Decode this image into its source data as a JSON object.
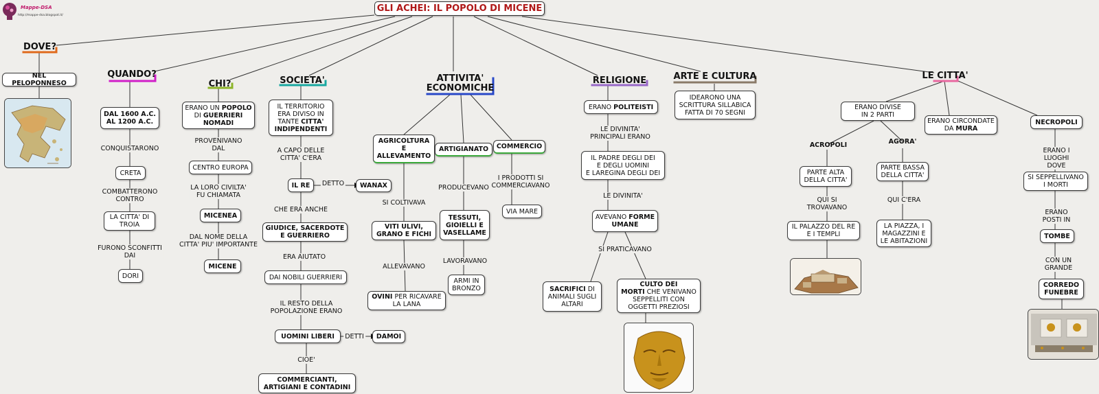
{
  "brand": {
    "name": "Mappe-DSA",
    "url": "http://mappe-dsa.blogspot.it/"
  },
  "title": "GLI ACHEI: IL POPOLO DI MICENE",
  "colors": {
    "dove": "#e06a1c",
    "quando": "#d01ec8",
    "chi": "#8cb428",
    "societa": "#18a8a0",
    "attivita": "#2848c8",
    "religione": "#9868c8",
    "arte": "#8a7a68",
    "citta": "#e868a0",
    "title_text": "#b01818"
  },
  "heads": {
    "dove": "DOVE?",
    "quando": "QUANDO?",
    "chi": "CHI?",
    "societa": "SOCIETA'",
    "attivita": "ATTIVITA'\nECONOMICHE",
    "religione": "RELIGIONE",
    "arte": "ARTE E CULTURA",
    "citta": "LE CITTA'"
  },
  "dove": {
    "box1": "NEL PELOPONNESO",
    "map_icon": "greece-map-icon"
  },
  "quando": {
    "box1": "DAL 1600 A.C.\nAL 1200 A.C.",
    "l1": "CONQUISTARONO",
    "box2": "CRETA",
    "l2": "COMBATTERONO\nCONTRO",
    "box3": "LA CITTA' DI\nTROIA",
    "l3": "FURONO SCONFITTI\nDAI",
    "box4": "DORI"
  },
  "chi": {
    "box1_a": "ERANO UN ",
    "box1_b": "POPOLO",
    "box1_c": "\nDI ",
    "box1_d": "GUERRIERI\nNOMADI",
    "l1": "PROVENIVANO\nDAL",
    "box2": "CENTRO EUROPA",
    "l2": "LA LORO CIVILTA'\nFU CHIAMATA",
    "box3": "MICENEA",
    "l3": "DAL NOME DELLA\nCITTA' PIU' IMPORTANTE",
    "box4": "MICENE"
  },
  "societa": {
    "box1_a": "IL TERRITORIO\nERA DIVISO IN\nTANTE ",
    "box1_b": "CITTA'\nINDIPENDENTI",
    "l1": "A CAPO DELLE\nCITTA' C'ERA",
    "box2": "IL RE",
    "l_detto": "DETTO",
    "box_wanax": "WANAX",
    "l2": "CHE ERA ANCHE",
    "box3": "GIUDICE, SACERDOTE\nE GUERRIERO",
    "l3": "ERA AIUTATO",
    "box4": "DAI NOBILI GUERRIERI",
    "l4": "IL RESTO DELLA\nPOPOLAZIONE ERANO",
    "box5": "UOMINI LIBERI",
    "l_detti": "DETTI",
    "box_damoi": "DAMOI",
    "l5": "CIOE'",
    "box6": "COMMERCIANTI,\nARTIGIANI E CONTADINI"
  },
  "attivita": {
    "agri": "AGRICOLTURA\nE\nALLEVAMENTO",
    "arti": "ARTIGIANATO",
    "comm": "COMMERCIO",
    "l_colt": "SI COLTIVAVA",
    "box_viti": "VITI ULIVI,\nGRANO E FICHI",
    "l_all": "ALLEVAVANO",
    "box_ovini_a": "OVINI",
    "box_ovini_b": " PER RICAVARE\nLA LANA",
    "l_prod": "PRODUCEVANO",
    "box_tessuti": "TESSUTI,\nGIOIELLI E\nVASELLAME",
    "l_lav": "LAVORAVANO",
    "box_armi": "ARMI IN\nBRONZO",
    "l_comm": "I PRODOTTI SI\nCOMMERCIAVANO",
    "box_via": "VIA MARE"
  },
  "religione": {
    "box1_a": "ERANO ",
    "box1_b": "POLITEISTI",
    "l1": "LE DIVINITA'\nPRINCIPALI ERANO",
    "box2": "IL PADRE DEGLI DEI\nE DEGLI UOMINI\nE LAREGINA DEGLI DEI",
    "l2": "LE DIVINITA'",
    "box3_a": "AVEVANO ",
    "box3_b": "FORME\nUMANE",
    "l3": "SI PRATICAVANO",
    "box4_a": "SACRIFICI",
    "box4_b": " DI\nANIMALI SUGLI\nALTARI",
    "box5_a": "CULTO DEI\nMORTI",
    "box5_b": " CHE VENIVANO\nSEPPELLITI CON\nOGGETTI PREZIOSI",
    "mask_icon": "golden-mask-icon"
  },
  "arte": {
    "box1": "IDEARONO UNA\nSCRITTURA SILLABICA\nFATTA DI 70 SEGNI"
  },
  "citta": {
    "box_divise": "ERANO DIVISE\nIN 2 PARTI",
    "box_mura_a": "ERANO CIRCONDATE\nDA ",
    "box_mura_b": "MURA",
    "box_necro": "NECROPOLI",
    "l_acro": "ACROPOLI",
    "l_agora": "AGORA'",
    "box_alta": "PARTE ALTA\nDELLA CITTA'",
    "l_qui": "QUI SI\nTROVAVANO",
    "box_palazzo": "IL PALAZZO DEL RE\nE I TEMPLI",
    "box_bassa": "PARTE BASSA\nDELLA CITTA'",
    "l_quic": "QUI C'ERA",
    "box_piazza": "LA PIAZZA, I\nMAGAZZINI E\nLE ABITAZIONI",
    "l_luoghi": "ERANO I LUOGHI\nDOVE",
    "box_sepp": "SI SEPPELLIVANO\nI MORTI",
    "l_posti": "ERANO POSTI IN",
    "box_tombe": "TOMBE",
    "l_grande": "CON UN GRANDE",
    "box_corredo": "CORREDO\nFUNEBRE",
    "acropolis_icon": "acropolis-image-icon",
    "tomb_icon": "tomb-treasure-image-icon"
  }
}
